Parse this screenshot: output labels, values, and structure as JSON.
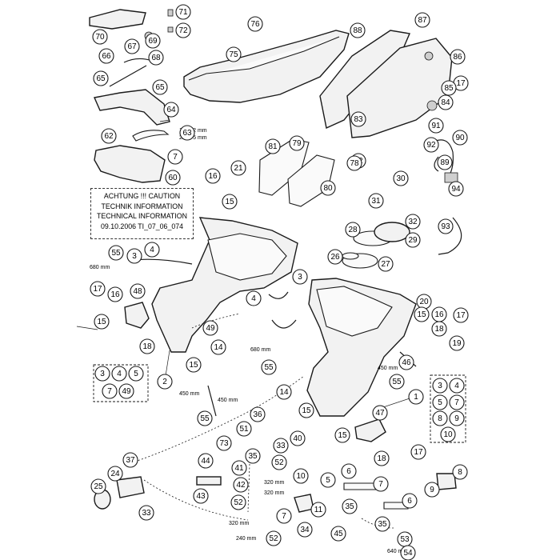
{
  "caution_note": {
    "line1": "ACHTUNG !!! CAUTION",
    "line2": "TECHNIK INFORMATION",
    "line3": "TECHNICAL INFORMATION",
    "line4": "09.10.2006  TI_07_06_074"
  },
  "measurements": {
    "m_162": "1x 162 mm",
    "m_275": "2x 275 mm",
    "m_680_left": "680 mm",
    "m_680_mid": "680 mm",
    "m_450_right": "450 mm",
    "m_450_a": "450 mm",
    "m_450_b": "450 mm",
    "m_320_a": "320 mm",
    "m_320_b": "320 mm",
    "m_240": "240 mm",
    "m_640": "640 mm"
  },
  "callouts": {
    "c70": "70",
    "c71": "71",
    "c72": "72",
    "c69": "69",
    "c67": "67",
    "c68": "68",
    "c66": "66",
    "c65a": "65",
    "c65b": "65",
    "c64": "64",
    "c62": "62",
    "c63": "63",
    "c7a": "7",
    "c60": "60",
    "c76": "76",
    "c75": "75",
    "c88": "88",
    "c87": "87",
    "c86": "86",
    "c17a": "17",
    "c85": "85",
    "c84": "84",
    "c83": "83",
    "c82": "82",
    "c91": "91",
    "c92": "92",
    "c90": "90",
    "c89": "89",
    "c94": "94",
    "c81": "81",
    "c79": "79",
    "c78": "78",
    "c80": "80",
    "c16a": "16",
    "c21": "21",
    "c15a": "15",
    "c30": "30",
    "c31": "31",
    "c32": "32",
    "c28": "28",
    "c29": "29",
    "c93": "93",
    "c26": "26",
    "c27": "27",
    "c55a": "55",
    "c3a": "3",
    "c4a": "4",
    "c3b": "3",
    "c4b": "4",
    "c17b": "17",
    "c16b": "16",
    "c48": "48",
    "c15b": "15",
    "c18a": "18",
    "c49": "49",
    "c14a": "14",
    "c15c": "15",
    "c20": "20",
    "c15d": "15",
    "c16c": "16",
    "c17c": "17",
    "c18b": "18",
    "c19": "19",
    "c2": "2",
    "c55b": "55",
    "c46": "46",
    "c55c": "55",
    "c1": "1",
    "c55d": "55",
    "c14b": "14",
    "c15e": "15",
    "c47": "47",
    "c15f": "15",
    "c36": "36",
    "c51": "51",
    "c40": "40",
    "c73": "73",
    "c35a": "35",
    "c33a": "33",
    "c52a": "52",
    "c37": "37",
    "c24": "24",
    "c25": "25",
    "c33b": "33",
    "c44": "44",
    "c41": "41",
    "c43": "43",
    "c42": "42",
    "c52b": "52",
    "c10": "10",
    "c6a": "6",
    "c5a": "5",
    "c7b": "7",
    "c11": "11",
    "c7c": "7",
    "c34": "34",
    "c52c": "52",
    "c45": "45",
    "c35b": "35",
    "c35c": "35",
    "c6b": "6",
    "c53": "53",
    "c54": "54",
    "c18c": "18",
    "c17d": "17",
    "c8": "8",
    "c9": "9",
    "g_left_3": "3",
    "g_left_4": "4",
    "g_left_5": "5",
    "g_left_7": "7",
    "g_left_49": "49",
    "g_right_3": "3",
    "g_right_4": "4",
    "g_right_5": "5",
    "g_right_7": "7",
    "g_right_8": "8",
    "g_right_9": "9",
    "g_right_10": "10"
  }
}
